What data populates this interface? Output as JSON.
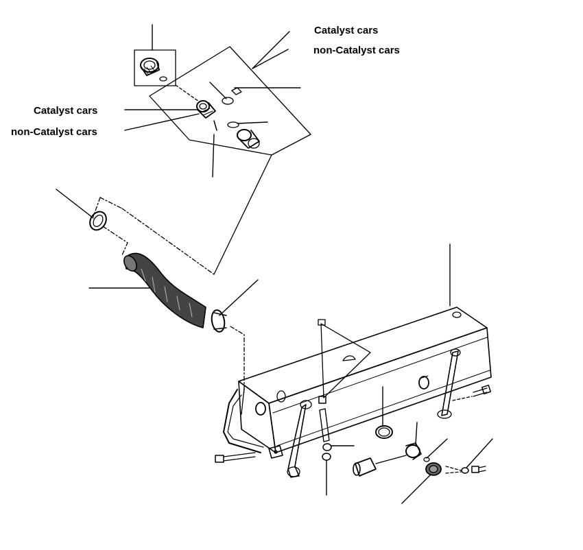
{
  "labels": {
    "cap_catalyst": "Catalyst cars",
    "cap_non_catalyst": "non-Catalyst cars",
    "neck_catalyst": "Catalyst cars",
    "neck_non_catalyst": "non-Catalyst cars"
  },
  "colors": {
    "ink": "#000000",
    "background": "#ffffff",
    "hose_fill": "#444444"
  }
}
